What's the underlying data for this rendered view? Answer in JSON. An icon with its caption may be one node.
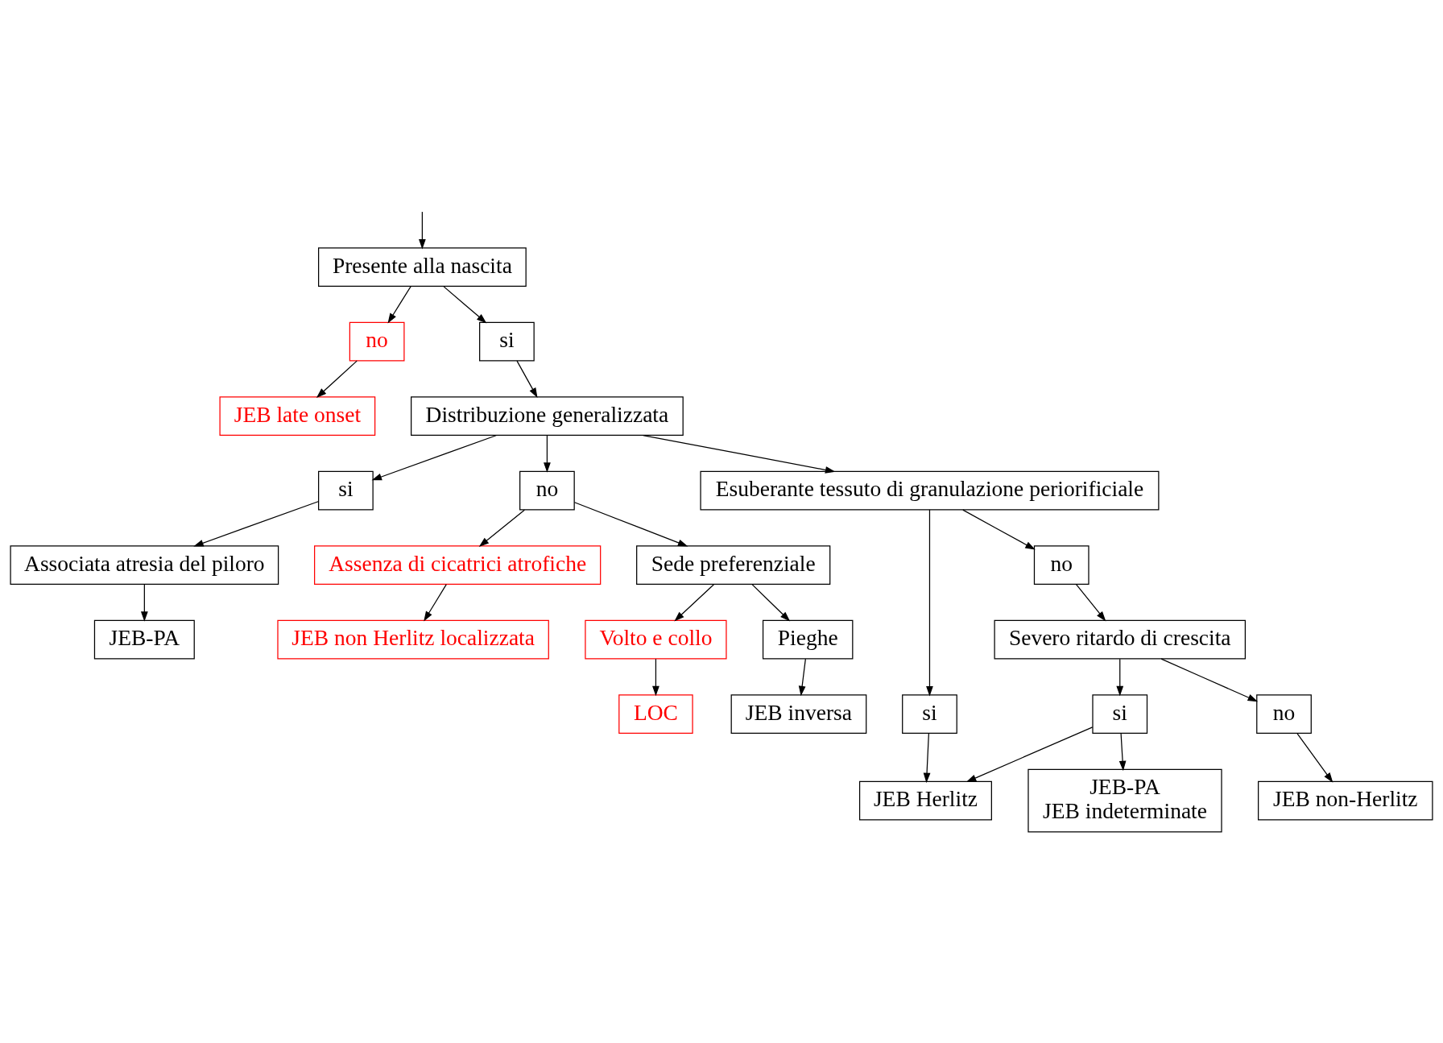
{
  "diagram": {
    "nodes": [
      {
        "text": [
          "Presente alla nascita"
        ]
      },
      {
        "text": [
          "no"
        ]
      },
      {
        "text": [
          "JEB late onset"
        ]
      },
      {
        "text": [
          "si"
        ]
      },
      {
        "text": [
          "Distribuzione generalizzata"
        ]
      },
      {
        "text": [
          "si"
        ]
      },
      {
        "text": [
          "Associata atresia del piloro"
        ]
      },
      {
        "text": [
          "Volto e collo"
        ]
      },
      {
        "text": [
          "no"
        ]
      },
      {
        "text": [
          "Assenza di cicatrici atrofiche"
        ]
      },
      {
        "text": [
          "Esuberante tessuto di granulazione periorificiale"
        ]
      },
      {
        "text": [
          "JEB-PA"
        ]
      },
      {
        "text": [
          "LOC"
        ]
      },
      {
        "text": [
          "Sede preferenziale"
        ]
      },
      {
        "text": [
          "JEB non Herlitz localizzata"
        ]
      },
      {
        "text": [
          "si"
        ]
      },
      {
        "text": [
          "no"
        ]
      },
      {
        "text": [
          "Severo ritardo di crescita"
        ]
      },
      {
        "text": [
          "Pieghe"
        ]
      },
      {
        "text": [
          "JEB Herlitz"
        ]
      },
      {
        "text": [
          "si"
        ]
      },
      {
        "text": [
          "no"
        ]
      },
      {
        "text": [
          "JEB inversa"
        ]
      },
      {
        "text": [
          "JEB-PA",
          "JEB indeterminate"
        ]
      },
      {
        "text": [
          "JEB non-Herlitz"
        ]
      }
    ],
    "edges": [
      {
        "from": null,
        "to": 0,
        "arrow": "to"
      },
      {
        "from": 0,
        "to": 1,
        "arrow": "to"
      },
      {
        "from": 1,
        "to": 2,
        "arrow": "to"
      },
      {
        "from": 0,
        "to": 3,
        "arrow": "to"
      },
      {
        "from": 3,
        "to": 4,
        "arrow": "to"
      },
      {
        "from": 4,
        "to": 5,
        "arrow": "to"
      },
      {
        "from": 5,
        "to": 6,
        "arrow": "to"
      },
      {
        "from": 6,
        "to": 11,
        "arrow": "to"
      },
      {
        "from": 4,
        "to": 8,
        "arrow": "to"
      },
      {
        "from": 4,
        "to": 10,
        "arrow": "to"
      },
      {
        "from": 8,
        "to": 9,
        "arrow": "to"
      },
      {
        "from": 8,
        "to": 13,
        "arrow": "to"
      },
      {
        "from": 13,
        "to": 7,
        "arrow": "to"
      },
      {
        "from": 7,
        "to": 12,
        "arrow": "to"
      },
      {
        "from": 9,
        "to": 14,
        "arrow": "to"
      },
      {
        "from": 10,
        "to": 15,
        "arrow": "to"
      },
      {
        "from": 10,
        "to": 16,
        "arrow": "to"
      },
      {
        "from": 15,
        "to": 19,
        "arrow": "to"
      },
      {
        "from": 16,
        "to": 17,
        "arrow": "to"
      },
      {
        "from": 17,
        "to": 20,
        "arrow": "to"
      },
      {
        "from": 17,
        "to": 21,
        "arrow": "to"
      },
      {
        "from": 20,
        "to": 19,
        "arrow": "to"
      },
      {
        "from": 20,
        "to": 23,
        "arrow": "to"
      },
      {
        "from": 21,
        "to": 24,
        "arrow": "to"
      },
      {
        "from": 13,
        "to": 18,
        "arrow": "to"
      },
      {
        "from": 18,
        "to": 22,
        "arrow": "to"
      }
    ]
  }
}
